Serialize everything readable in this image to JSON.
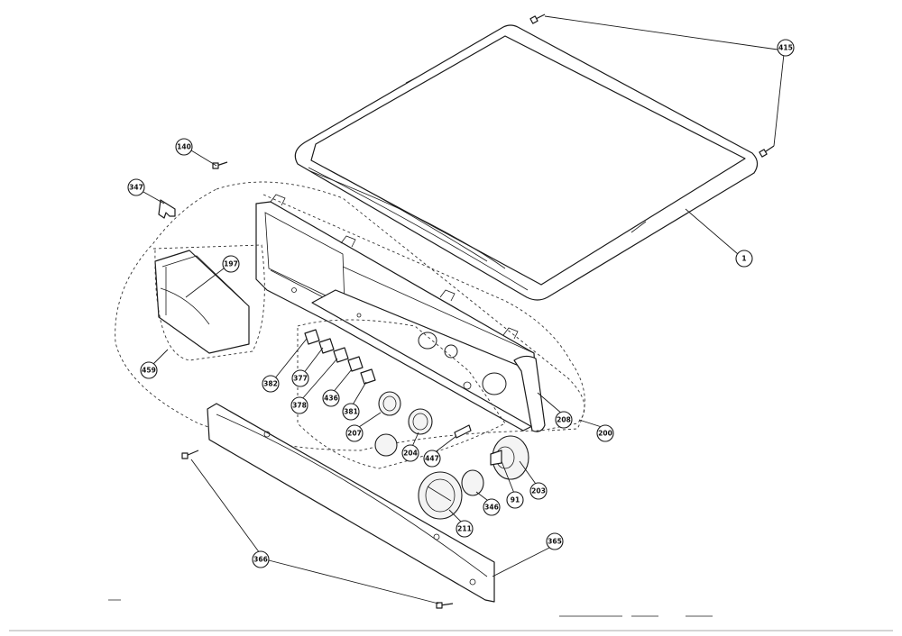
{
  "diagram": {
    "callouts": [
      {
        "id": "1",
        "label": "1"
      },
      {
        "id": "415",
        "label": "415"
      },
      {
        "id": "140",
        "label": "140"
      },
      {
        "id": "347",
        "label": "347"
      },
      {
        "id": "197",
        "label": "197"
      },
      {
        "id": "459",
        "label": "459"
      },
      {
        "id": "382",
        "label": "382"
      },
      {
        "id": "377",
        "label": "377"
      },
      {
        "id": "378",
        "label": "378"
      },
      {
        "id": "436",
        "label": "436"
      },
      {
        "id": "381",
        "label": "381"
      },
      {
        "id": "207",
        "label": "207"
      },
      {
        "id": "204",
        "label": "204"
      },
      {
        "id": "447",
        "label": "447"
      },
      {
        "id": "208",
        "label": "208"
      },
      {
        "id": "200",
        "label": "200"
      },
      {
        "id": "203",
        "label": "203"
      },
      {
        "id": "91",
        "label": "91"
      },
      {
        "id": "346",
        "label": "346"
      },
      {
        "id": "211",
        "label": "211"
      },
      {
        "id": "365",
        "label": "365"
      },
      {
        "id": "366",
        "label": "366"
      }
    ]
  }
}
